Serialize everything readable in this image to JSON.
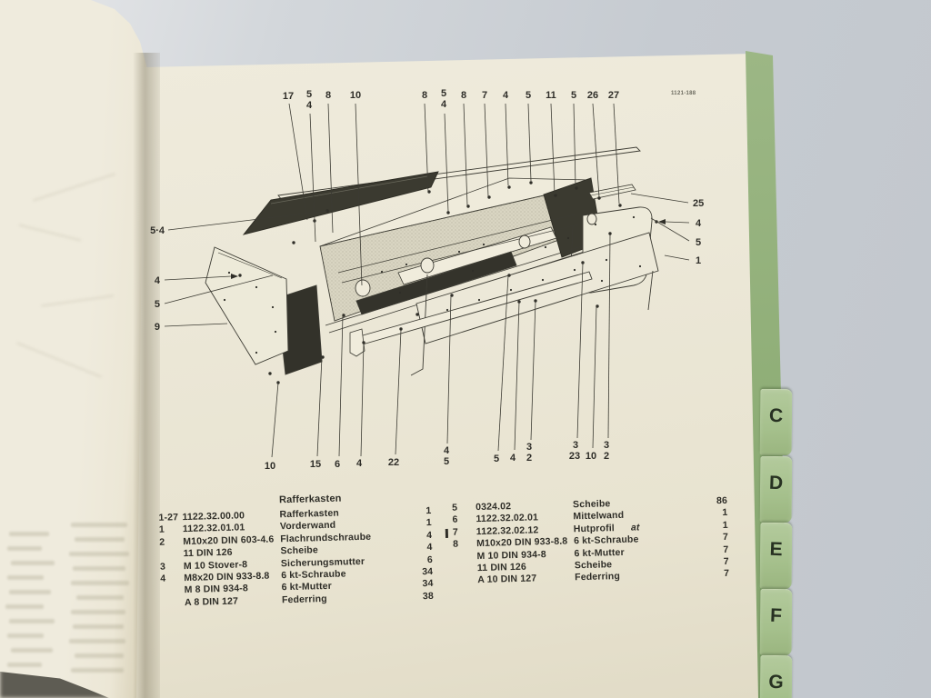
{
  "page": {
    "fig_number": "1121-188",
    "section_title": "Rafferkasten"
  },
  "tabs": [
    "C",
    "D",
    "E",
    "F",
    "G"
  ],
  "parts_left": {
    "header": "Rafferkasten",
    "rows": [
      {
        "pos": "1-27",
        "part": "1122.32.00.00",
        "desc": "Rafferkasten",
        "qty": "1"
      },
      {
        "pos": "1",
        "part": "1122.32.01.01",
        "desc": "Vorderwand",
        "qty": "1"
      },
      {
        "pos": "2",
        "part": "M10x20 DIN 603-4.6",
        "desc": "Flachrundschraube",
        "qty": "4"
      },
      {
        "pos": "",
        "part": "11 DIN 126",
        "desc": "Scheibe",
        "qty": "4"
      },
      {
        "pos": "3",
        "part": "M 10 Stover-8",
        "desc": "Sicherungsmutter",
        "qty": "6"
      },
      {
        "pos": "4",
        "part": "M8x20 DIN 933-8.8",
        "desc": "6 kt-Schraube",
        "qty": "34"
      },
      {
        "pos": "",
        "part": "M 8 DIN 934-8",
        "desc": "6 kt-Mutter",
        "qty": "34"
      },
      {
        "pos": "",
        "part": "A 8 DIN 127",
        "desc": "Federring",
        "qty": "38"
      }
    ]
  },
  "parts_right": {
    "rows": [
      {
        "pos": "5",
        "part": "0324.02",
        "desc": "Scheibe",
        "qty": "86"
      },
      {
        "pos": "6",
        "part": "1122.32.02.01",
        "desc": "Mittelwand",
        "qty": "1"
      },
      {
        "pos": "7",
        "part": "1122.32.02.12",
        "desc": "Hutprofil",
        "qty": "1",
        "note": "at"
      },
      {
        "pos": "8",
        "part": "M10x20 DIN 933-8.8",
        "desc": "6 kt-Schraube",
        "qty": "7"
      },
      {
        "pos": "",
        "part": "M 10 DIN 934-8",
        "desc": "6 kt-Mutter",
        "qty": "7"
      },
      {
        "pos": "",
        "part": "11 DIN 126",
        "desc": "Scheibe",
        "qty": "7"
      },
      {
        "pos": "",
        "part": "A 10 DIN 127",
        "desc": "Federring",
        "qty": "7"
      }
    ]
  },
  "callouts": {
    "top": [
      "17",
      "5",
      "4",
      "8",
      "10",
      "8",
      "5",
      "4",
      "8",
      "7",
      "4",
      "5",
      "11",
      "5",
      "26",
      "27"
    ],
    "left": [
      "5·4",
      "4",
      "5",
      "9"
    ],
    "right": [
      "25",
      "4",
      "5",
      "1"
    ],
    "bottom": [
      "10",
      "15",
      "6",
      "4",
      "22",
      "4",
      "5",
      "5",
      "4",
      "3",
      "2",
      "3",
      "23",
      "10",
      "3",
      "2"
    ]
  },
  "colors": {
    "tab_strip": "#8fae77",
    "tab": "#a5c08c",
    "page": "#ece8d8",
    "ink": "#2f2e28",
    "diagram_dark": "#3b3a30"
  }
}
